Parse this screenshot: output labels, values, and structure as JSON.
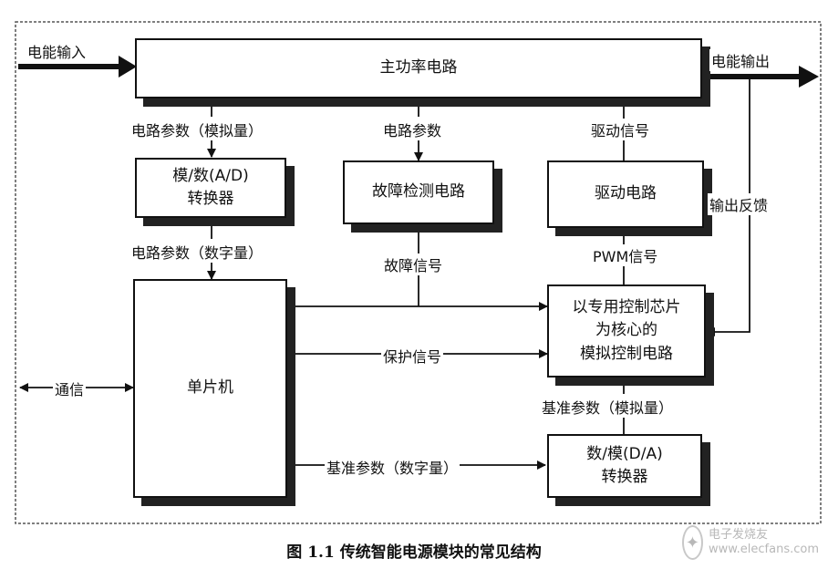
{
  "diagram": {
    "blocks": {
      "main_power": "主功率电路",
      "ad_converter_line1": "模/数(A/D)",
      "ad_converter_line2": "转换器",
      "fault_detection": "故障检测电路",
      "driver_circuit": "驱动电路",
      "mcu": "单片机",
      "analog_controller_line1": "以专用控制芯片",
      "analog_controller_line2": "为核心的",
      "analog_controller_line3": "模拟控制电路",
      "da_converter_line1": "数/模(D/A)",
      "da_converter_line2": "转换器"
    },
    "labels": {
      "power_input": "电能输入",
      "power_output": "电能输出",
      "circuit_params_analog": "电路参数（模拟量）",
      "circuit_params": "电路参数",
      "drive_signal": "驱动信号",
      "circuit_params_digital": "电路参数（数字量）",
      "fault_signal": "故障信号",
      "pwm_signal": "PWM信号",
      "output_feedback": "输出反馈",
      "protection_signal": "保护信号",
      "communication": "通信",
      "ref_params_analog": "基准参数（模拟量）",
      "ref_params_digital": "基准参数（数字量）"
    },
    "caption": "图 1.1 传统智能电源模块的常见结构"
  },
  "watermark": {
    "line1": "电子发烧友",
    "line2": "www.elecfans.com"
  }
}
